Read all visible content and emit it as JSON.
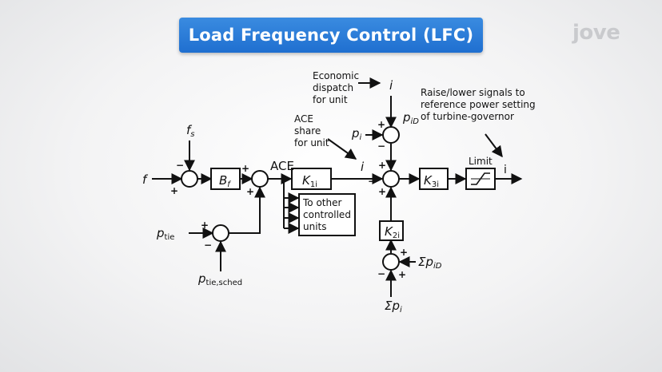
{
  "title": "Load Frequency Control (LFC)",
  "logo": "jove",
  "labels": {
    "f": "f",
    "fs_main": "f",
    "fs_sub": "s",
    "bf_main": "B",
    "bf_sub": "f",
    "ace": "ACE",
    "k1_main": "K",
    "k1_sub": "1i",
    "k2_main": "K",
    "k2_sub": "2i",
    "k3_main": "K",
    "k3_sub": "3i",
    "limit": "Limit",
    "ptie_main": "p",
    "ptie_sub": "tie",
    "ptiesched_main": "p",
    "ptiesched_sub": "tie,sched",
    "pi_main": "p",
    "pi_sub": "i",
    "piD_main": "p",
    "piD_sub": "iD",
    "sum_piD_main": "Σp",
    "sum_piD_sub": "iD",
    "sum_pi_main": "Σp",
    "sum_pi_sub": "i",
    "i_top": "i",
    "i_ace": "i",
    "i_out": "i",
    "economic_dispatch": [
      "Economic",
      "dispatch",
      "for unit"
    ],
    "ace_share": [
      "ACE",
      "share",
      "for unit"
    ],
    "raise_lower": [
      "Raise/lower signals to",
      "reference power setting",
      "of turbine-governor"
    ],
    "other_units": [
      "To other",
      "controlled",
      "units"
    ]
  },
  "signs": {
    "s1_top": "−",
    "s1_bottom": "+",
    "s2_left": "+",
    "s2_bottom": "+",
    "s3_left": "+",
    "s3_bottom": "−",
    "s4_left": "+",
    "s4_bottom": "−",
    "s5_left": "−",
    "s5_top": "+",
    "s5_bottom": "+",
    "s6_left": "−",
    "s6_right": "+",
    "s6_bottom": "+"
  }
}
